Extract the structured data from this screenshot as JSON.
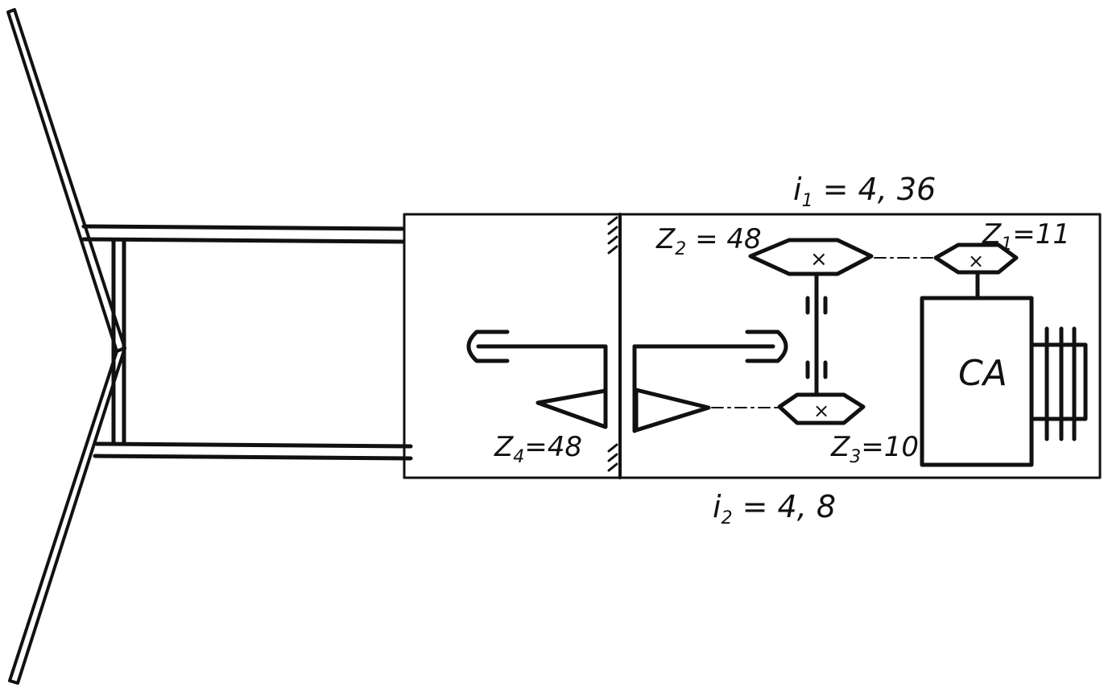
{
  "labels": {
    "i1": {
      "main": "i",
      "sub": "1",
      "tail": " = 4, 36"
    },
    "i2": {
      "main": "i",
      "sub": "2",
      "tail": " = 4, 8"
    },
    "z1": {
      "main": "Z",
      "sub": "1",
      "tail": "=11"
    },
    "z2": {
      "main": "Z",
      "sub": "2",
      "tail": " = 48"
    },
    "z3": {
      "main": "Z",
      "sub": "3",
      "tail": "=10"
    },
    "z4": {
      "main": "Z",
      "sub": "4",
      "tail": "=48"
    },
    "motor": "CA"
  },
  "colors": {
    "ink": "#111111",
    "paper": "#ffffff"
  }
}
